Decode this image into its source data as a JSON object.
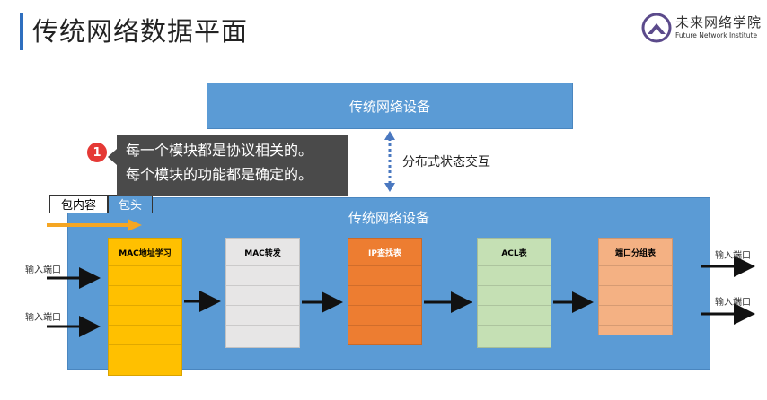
{
  "header": {
    "title": "传统网络数据平面",
    "org_name": "未来网络学院",
    "org_subtitle": "Future Network Institute"
  },
  "top_device": {
    "label": "传统网络设备"
  },
  "interaction_label": "分布式状态交互",
  "callout": {
    "badge": "1",
    "line1": "每一个模块都是协议相关的。",
    "line2": "每个模块的功能都是确定的。"
  },
  "packet": {
    "content_label": "包内容",
    "header_label": "包头"
  },
  "main_device": {
    "label": "传统网络设备"
  },
  "modules": [
    {
      "label": "MAC地址学习",
      "color": "#ffc000",
      "text_color": "#333333"
    },
    {
      "label": "MAC转发",
      "color": "#e7e6e6",
      "text_color": "#333333"
    },
    {
      "label": "IP查找表",
      "color": "#ed7d31",
      "text_color": "#ffffff"
    },
    {
      "label": "ACL表",
      "color": "#c5e0b4",
      "text_color": "#333333"
    },
    {
      "label": "端口分组表",
      "color": "#f4b183",
      "text_color": "#333333"
    }
  ],
  "input_ports": [
    "输入端口",
    "输入端口"
  ],
  "output_ports": [
    "输入端口",
    "输入端口"
  ]
}
